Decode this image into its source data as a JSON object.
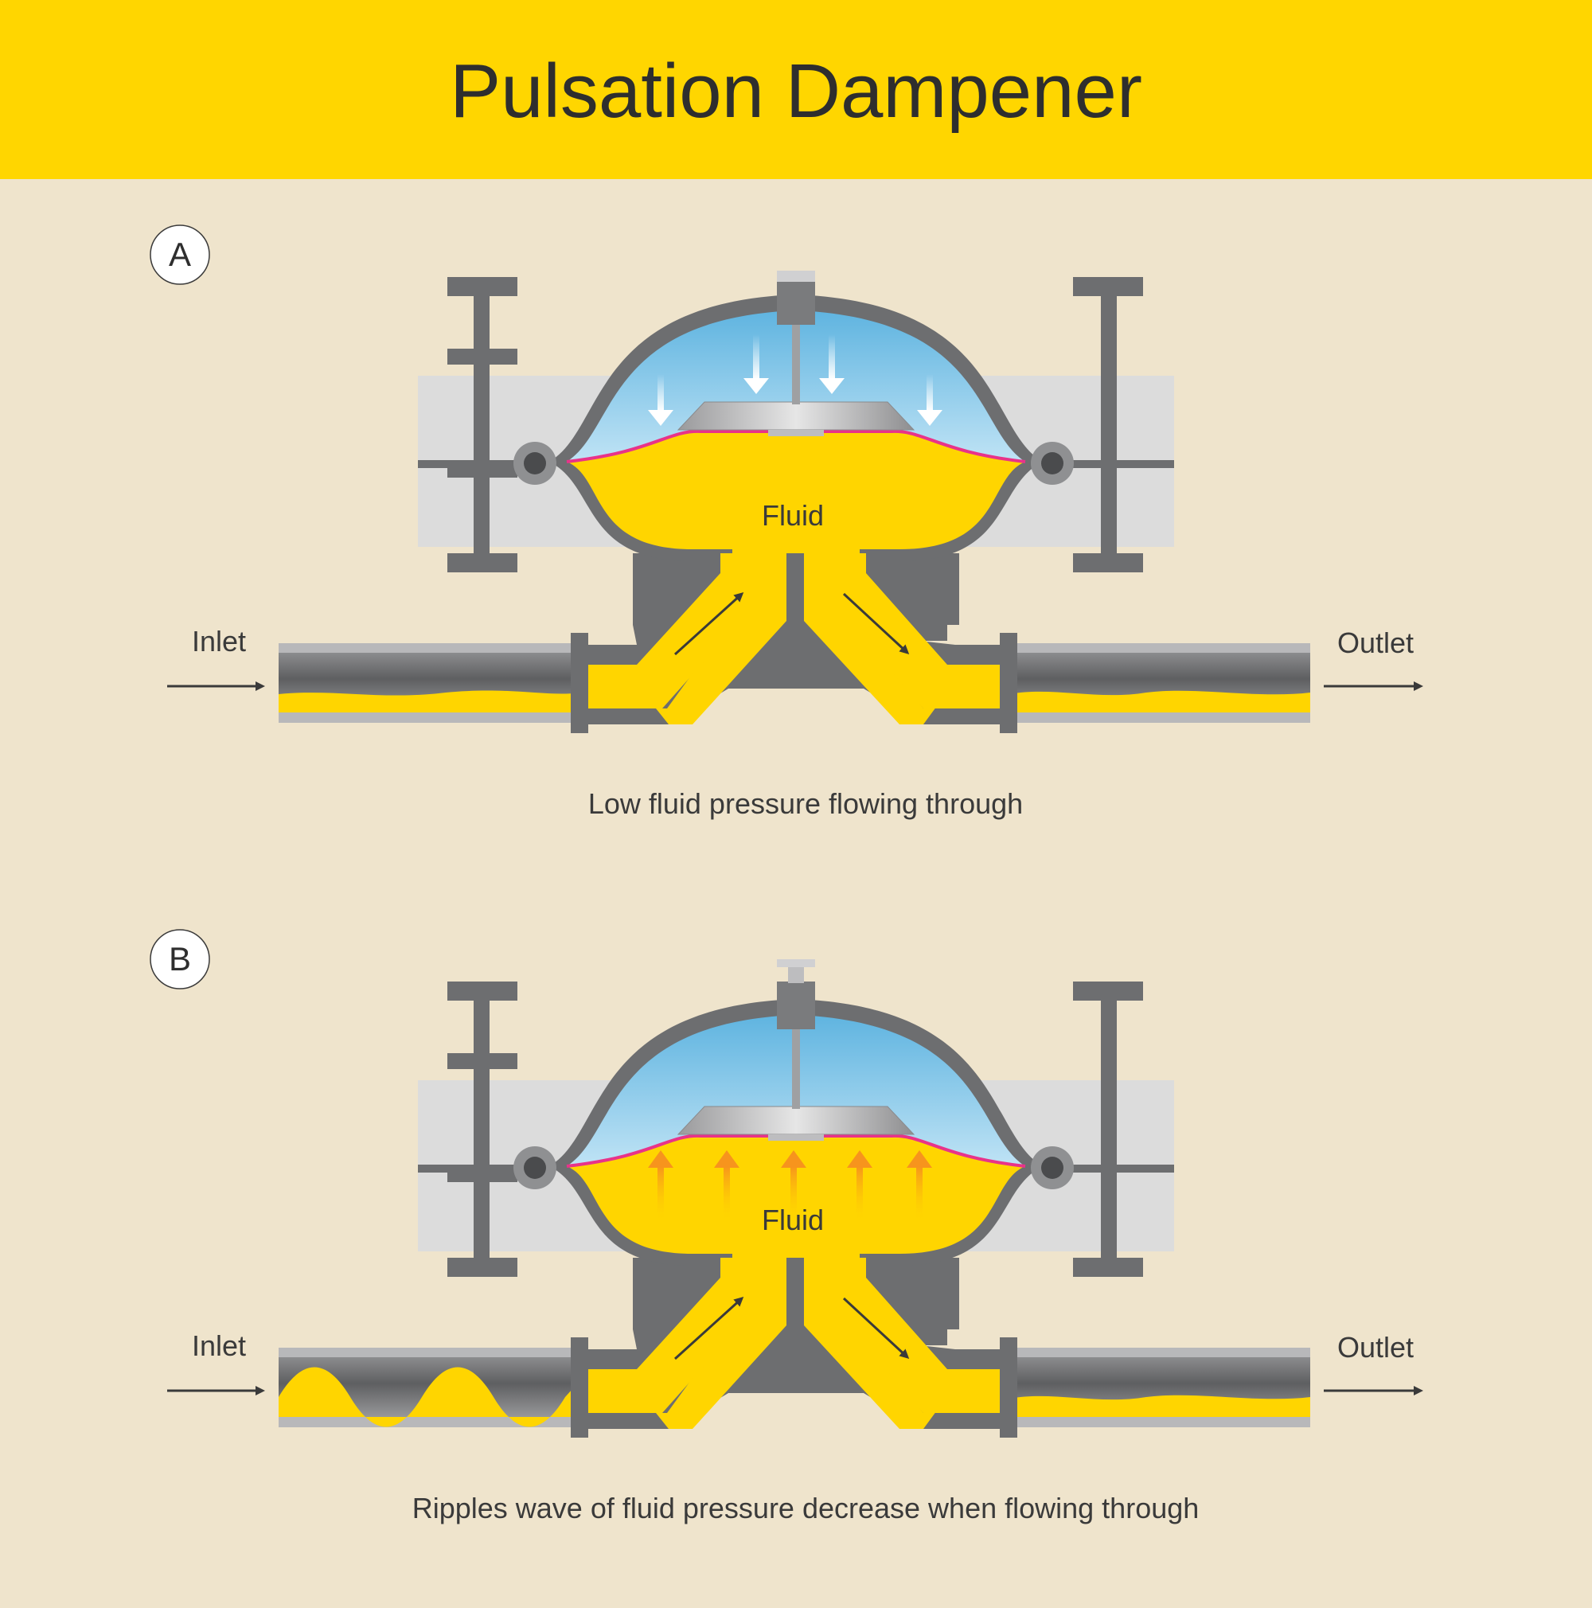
{
  "title": "Pulsation Dampener",
  "panels": [
    {
      "letter": "A",
      "fluid_label": "Fluid",
      "inlet_label": "Inlet",
      "outlet_label": "Outlet",
      "caption": "Low fluid pressure flowing through",
      "pressure_direction": "down",
      "inlet_flow": "smooth"
    },
    {
      "letter": "B",
      "fluid_label": "Fluid",
      "inlet_label": "Inlet",
      "outlet_label": "Outlet",
      "caption": "Ripples wave of fluid pressure decrease when flowing through",
      "pressure_direction": "up",
      "inlet_flow": "wave"
    }
  ],
  "colors": {
    "background": "#EFE4CC",
    "header": "#FFD600",
    "fluid": "#FFD500",
    "metal_dark": "#6D6E70",
    "metal_light": "#DCDCDC",
    "gas_chamber": "#7CC3E8",
    "bladder": "#E8338A",
    "pressure_up_arrow": "#F7941D",
    "pressure_down_arrow": "#FFFFFF"
  }
}
